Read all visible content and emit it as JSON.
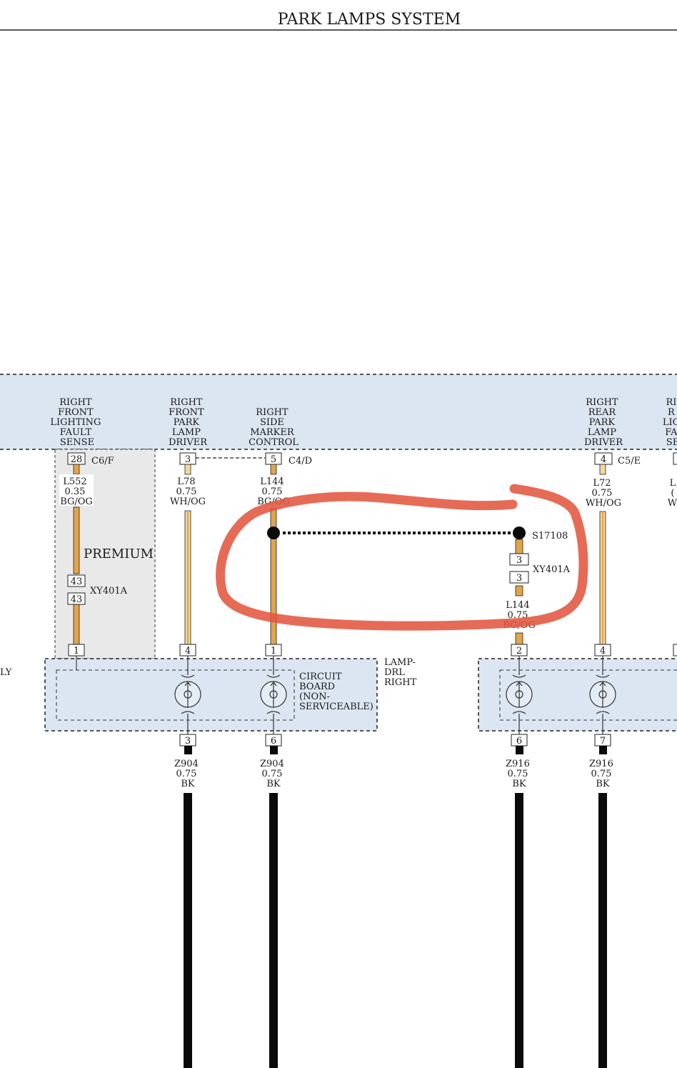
{
  "title": "PARK LAMPS SYSTEM",
  "module_labels": [
    {
      "id": "rf-fault",
      "lines": [
        "RIGHT",
        "FRONT",
        "LIGHTING",
        "FAULT",
        "SENSE"
      ]
    },
    {
      "id": "rf-park",
      "lines": [
        "RIGHT",
        "FRONT",
        "PARK",
        "LAMP",
        "DRIVER"
      ]
    },
    {
      "id": "rs-marker",
      "lines": [
        "RIGHT",
        "SIDE",
        "MARKER",
        "CONTROL"
      ]
    },
    {
      "id": "rr-park",
      "lines": [
        "RIGHT",
        "REAR",
        "PARK",
        "LAMP",
        "DRIVER"
      ]
    },
    {
      "id": "rr-fault-partial",
      "lines": [
        "RI",
        "R",
        "LIG",
        "FA",
        "SE"
      ]
    }
  ],
  "connectors": {
    "c6f": "C6/F",
    "c4d": "C4/D",
    "c5e": "C5/E",
    "xy401a_left": "XY401A",
    "xy401a_right": "XY401A",
    "splice": "S17108"
  },
  "pins": {
    "p28": "28",
    "p3a": "3",
    "p5": "5",
    "p4top": "4",
    "p43a": "43",
    "p43b": "43",
    "p3r1": "3",
    "p3r2": "3",
    "p1a": "1",
    "p4b": "4",
    "p1b": "1",
    "p2": "2",
    "p4c": "4",
    "p3c": "3",
    "p6a": "6",
    "p6b": "6",
    "p7": "7"
  },
  "wires": {
    "l552": [
      "L552",
      "0.35",
      "BG/OG"
    ],
    "l78": [
      "L78",
      "0.75",
      "WH/OG"
    ],
    "l144a": [
      "L144",
      "0.75",
      "BG/OG"
    ],
    "l72": [
      "L72",
      "0.75",
      "WH/OG"
    ],
    "l_partial": [
      "L",
      "(",
      "WI"
    ],
    "l144b": [
      "L144",
      "0.75",
      "BG/OG"
    ],
    "z904a": [
      "Z904",
      "0.75",
      "BK"
    ],
    "z904b": [
      "Z904",
      "0.75",
      "BK"
    ],
    "z916a": [
      "Z916",
      "0.75",
      "BK"
    ],
    "z916b": [
      "Z916",
      "0.75",
      "BK"
    ]
  },
  "premium": "PREMIUM",
  "lamp_label": [
    "LAMP-",
    "DRL",
    "RIGHT"
  ],
  "circuit_label": [
    "CIRCUIT",
    "BOARD",
    "(NON-",
    "SERVICEABLE)"
  ],
  "left_edge_text": "LY",
  "colors": {
    "module_fill": "#dbe6f2",
    "premium_fill": "#e9e9e9",
    "wire_orange": "#e0a44a",
    "wire_black": "#0a0a0a",
    "annotation_red": "#e2573f"
  }
}
